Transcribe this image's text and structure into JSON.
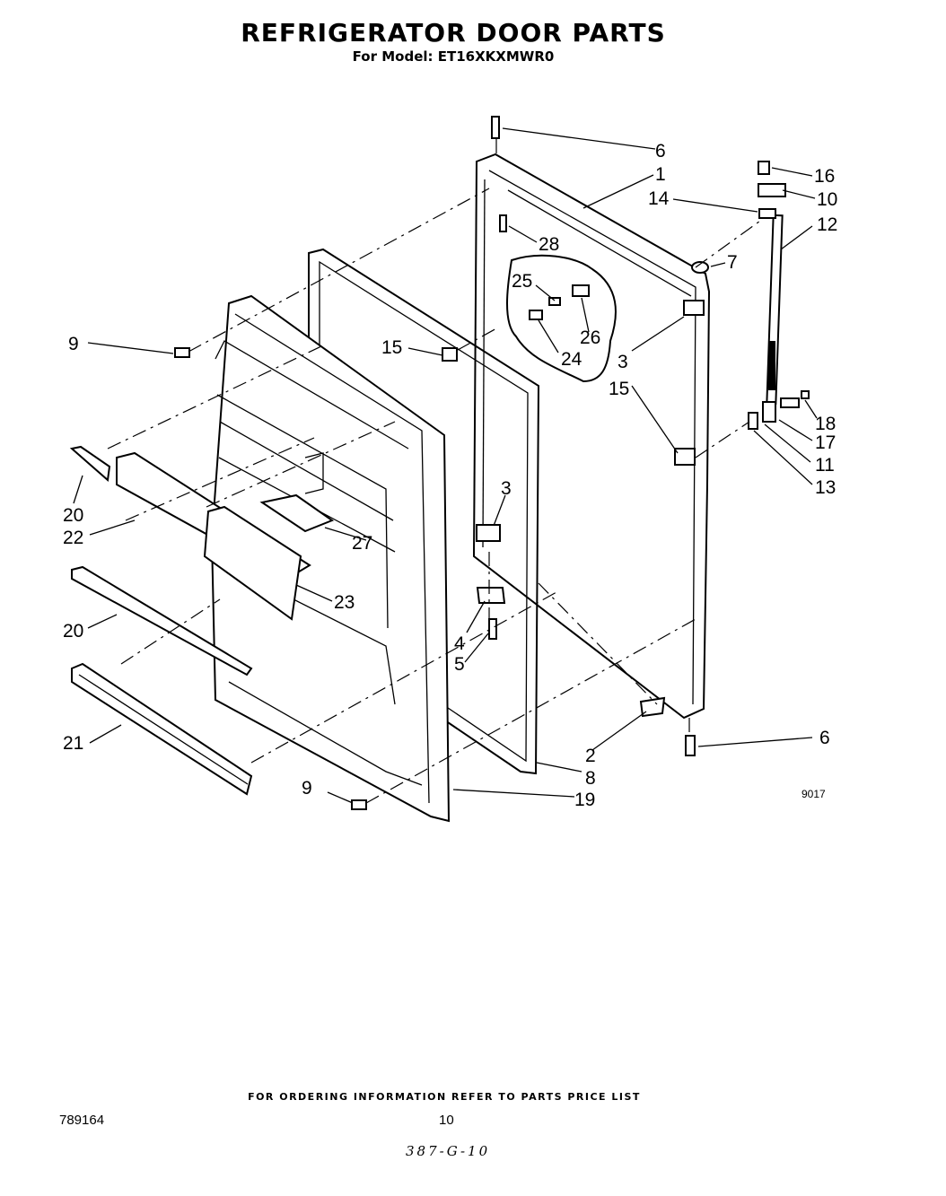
{
  "header": {
    "title": "REFRIGERATOR DOOR PARTS",
    "model": "For Model: ET16XKXMWR0"
  },
  "callouts": [
    "6",
    "1",
    "16",
    "14",
    "10",
    "12",
    "28",
    "7",
    "25",
    "26",
    "24",
    "3",
    "9",
    "15",
    "15",
    "18",
    "17",
    "11",
    "13",
    "20",
    "22",
    "3",
    "27",
    "23",
    "20",
    "4",
    "5",
    "21",
    "2",
    "8",
    "9",
    "19",
    "6"
  ],
  "figure_code": "9017",
  "footer": {
    "note": "FOR ORDERING INFORMATION REFER TO PARTS PRICE LIST",
    "doc_number": "789164",
    "page": "10",
    "handwritten": "387-G-10"
  }
}
